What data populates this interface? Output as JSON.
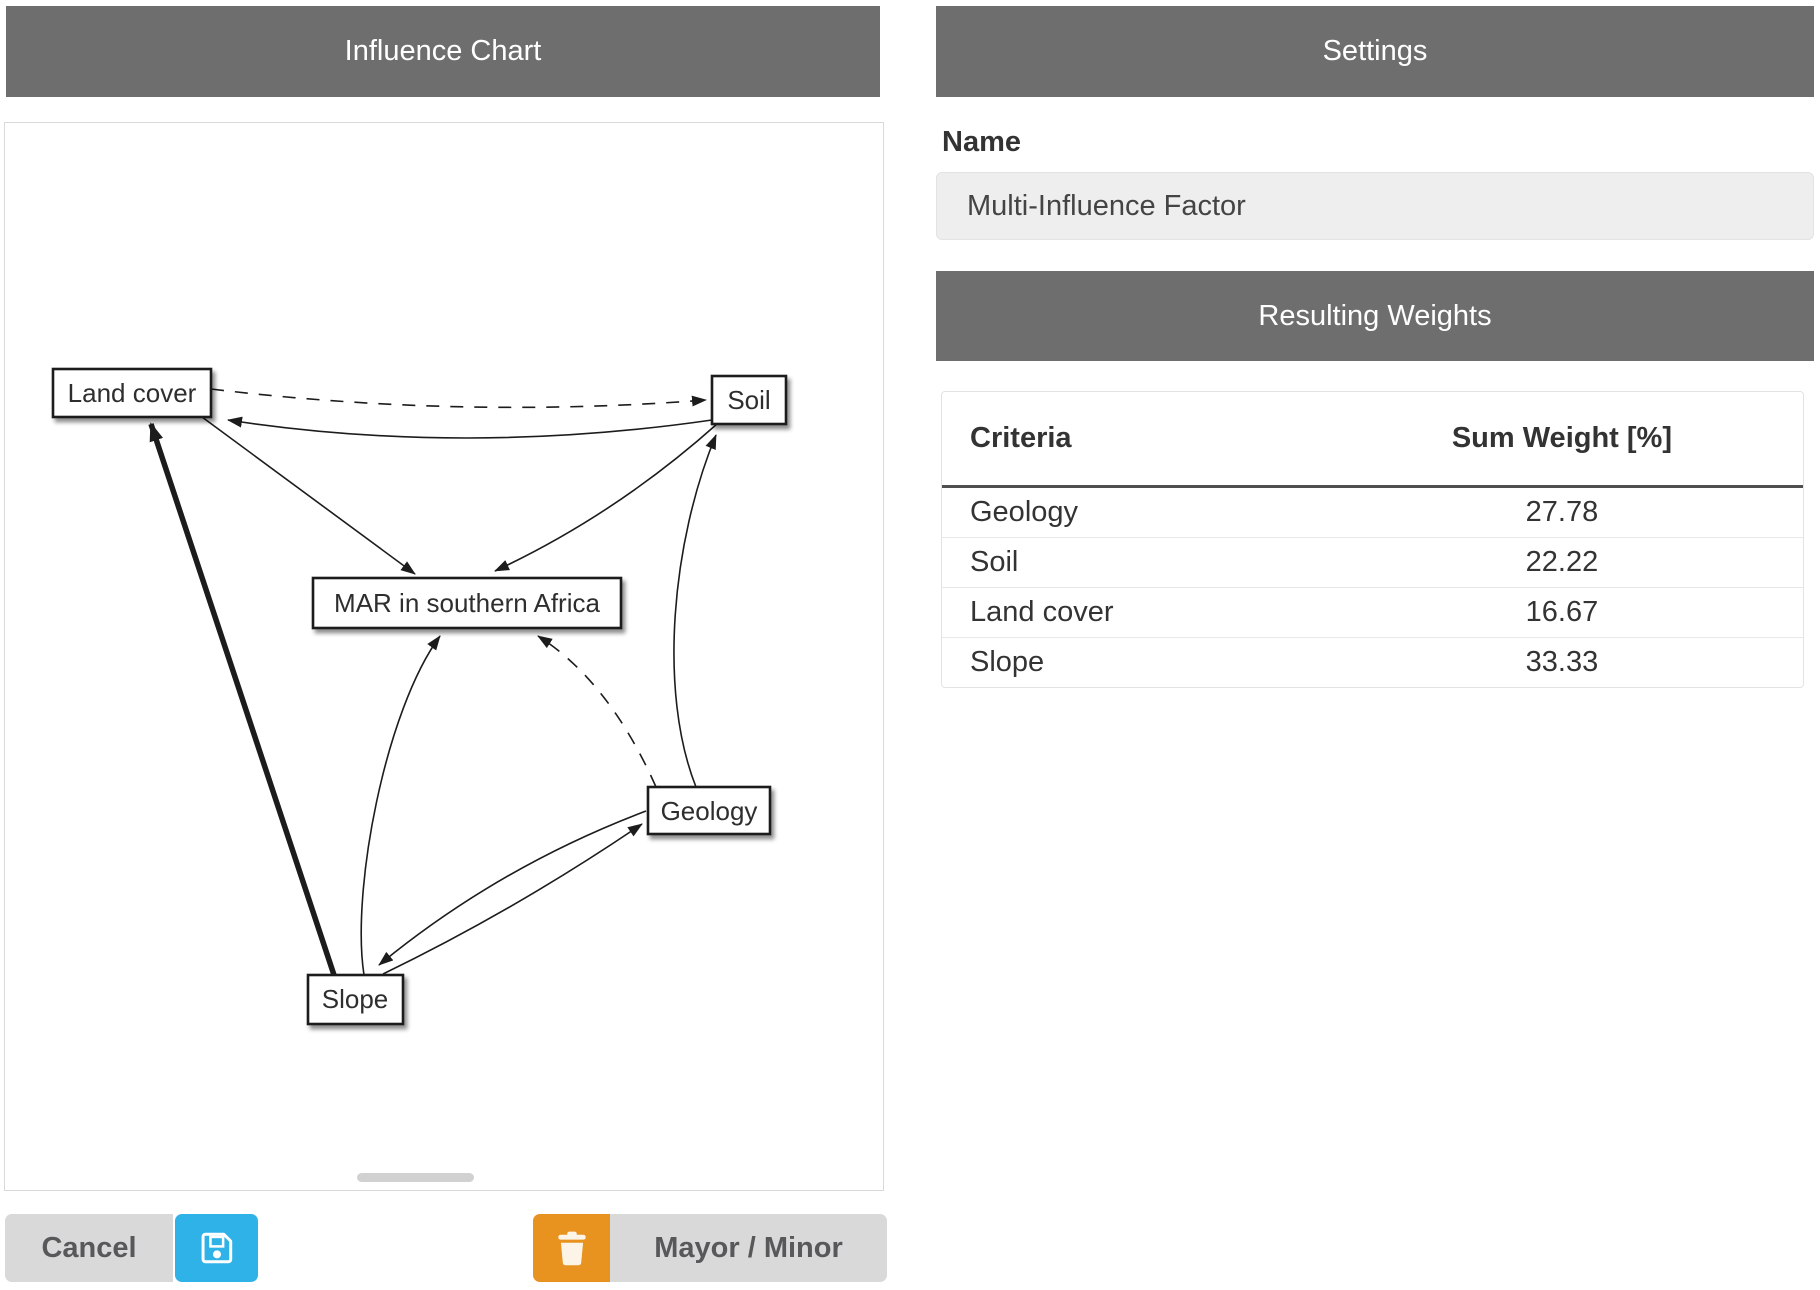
{
  "left_panel": {
    "title": "Influence Chart",
    "diagram": {
      "nodes": [
        {
          "id": "land-cover",
          "label": "Land cover"
        },
        {
          "id": "soil",
          "label": "Soil"
        },
        {
          "id": "mar",
          "label": "MAR in southern Africa"
        },
        {
          "id": "geology",
          "label": "Geology"
        },
        {
          "id": "slope",
          "label": "Slope"
        }
      ],
      "edges": [
        {
          "from": "Land cover",
          "to": "Soil",
          "line": "dashed"
        },
        {
          "from": "Soil",
          "to": "Land cover",
          "line": "solid"
        },
        {
          "from": "Land cover",
          "to": "MAR in southern Africa",
          "line": "solid"
        },
        {
          "from": "Soil",
          "to": "MAR in southern Africa",
          "line": "solid"
        },
        {
          "from": "Slope",
          "to": "Land cover",
          "line": "thick"
        },
        {
          "from": "Slope",
          "to": "MAR in southern Africa",
          "line": "solid"
        },
        {
          "from": "Geology",
          "to": "MAR in southern Africa",
          "line": "dashed"
        },
        {
          "from": "Geology",
          "to": "Soil",
          "line": "solid"
        },
        {
          "from": "Slope",
          "to": "Geology",
          "line": "solid"
        },
        {
          "from": "Geology",
          "to": "Slope",
          "line": "solid"
        }
      ]
    },
    "footer": {
      "cancel_label": "Cancel",
      "save_icon": "floppy-disk-icon",
      "delete_icon": "trash-icon",
      "mode_label": "Mayor / Minor"
    }
  },
  "right_panel": {
    "title": "Settings",
    "name_label": "Name",
    "name_value": "Multi-Influence Factor",
    "weights_title": "Resulting Weights",
    "table": {
      "col_criteria": "Criteria",
      "col_weight": "Sum Weight [%]",
      "rows": [
        {
          "criteria": "Geology",
          "weight": "27.78"
        },
        {
          "criteria": "Soil",
          "weight": "22.22"
        },
        {
          "criteria": "Land cover",
          "weight": "16.67"
        },
        {
          "criteria": "Slope",
          "weight": "33.33"
        }
      ]
    }
  },
  "colors": {
    "header_bg": "#6e6e6e",
    "header_text": "#ffffff",
    "accent_blue": "#2fb2e8",
    "accent_orange": "#e8921f",
    "button_gray": "#d9d9d9",
    "button_text": "#58585b"
  }
}
